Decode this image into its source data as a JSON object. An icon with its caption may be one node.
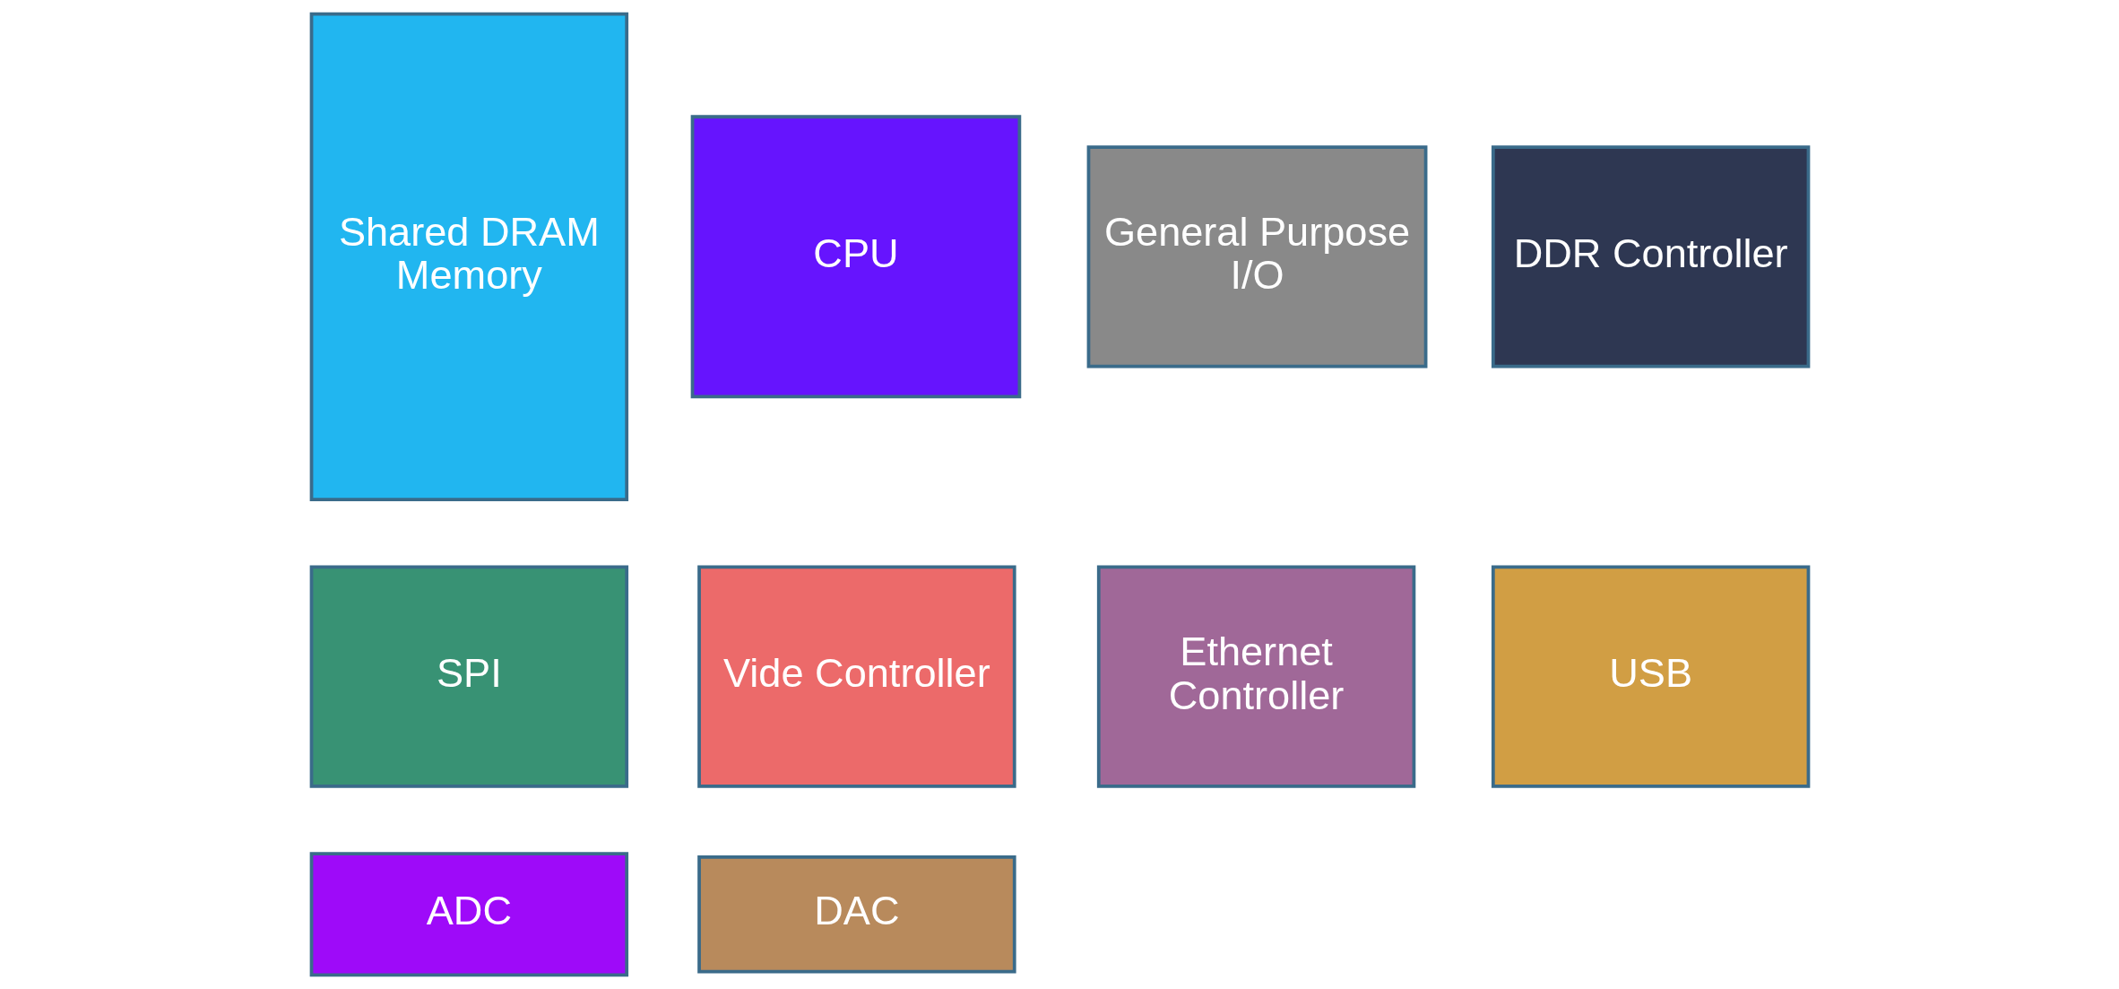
{
  "diagram": {
    "nodes": [
      {
        "text": [
          "General Purpose I/O"
        ]
      },
      {
        "text": [
          "DDR Controller"
        ]
      },
      {
        "text": [
          "Shared DRAM Memory"
        ]
      },
      {
        "text": [
          "CPU"
        ]
      },
      {
        "text": [
          "SPI"
        ]
      },
      {
        "text": [
          "Vide Controller"
        ]
      },
      {
        "text": [
          "Ethernet Controller"
        ]
      },
      {
        "text": [
          "USB"
        ]
      },
      {
        "text": [
          "DAC"
        ]
      },
      {
        "text": [
          "ADC"
        ]
      }
    ],
    "edges": []
  }
}
